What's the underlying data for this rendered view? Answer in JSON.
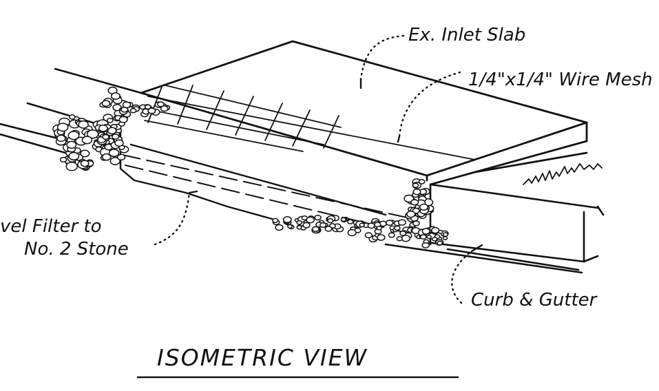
{
  "labels": {
    "inlet_slab": "Ex. Inlet Slab",
    "wire_mesh": "1/4\"x1/4\" Wire Mesh",
    "gravel_filter_line1": "vel Filter to",
    "gravel_filter_line2": "No. 2 Stone",
    "curb_gutter": "Curb & Gutter",
    "view_title": "ISOMETRIC  VIEW"
  },
  "colors": {
    "ink": "#111111",
    "paper": "#ffffff"
  }
}
